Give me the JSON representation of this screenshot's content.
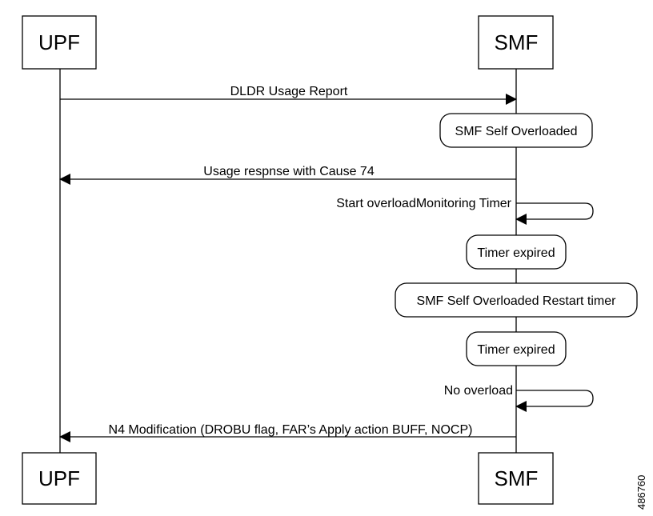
{
  "participants": {
    "upf": "UPF",
    "smf": "SMF"
  },
  "messages": {
    "m1": "DLDR Usage Report",
    "m2": "Usage respnse with Cause 74",
    "m3": "Start overloadMonitoring Timer",
    "m4": "No overload",
    "m5": "N4 Modification (DROBU flag, FAR’s Apply action BUFF, NOCP)"
  },
  "states": {
    "s1": "SMF Self Overloaded",
    "s2": "Timer expired",
    "s3": "SMF Self Overloaded Restart timer",
    "s4": "Timer expired"
  },
  "figure_id": "486760"
}
